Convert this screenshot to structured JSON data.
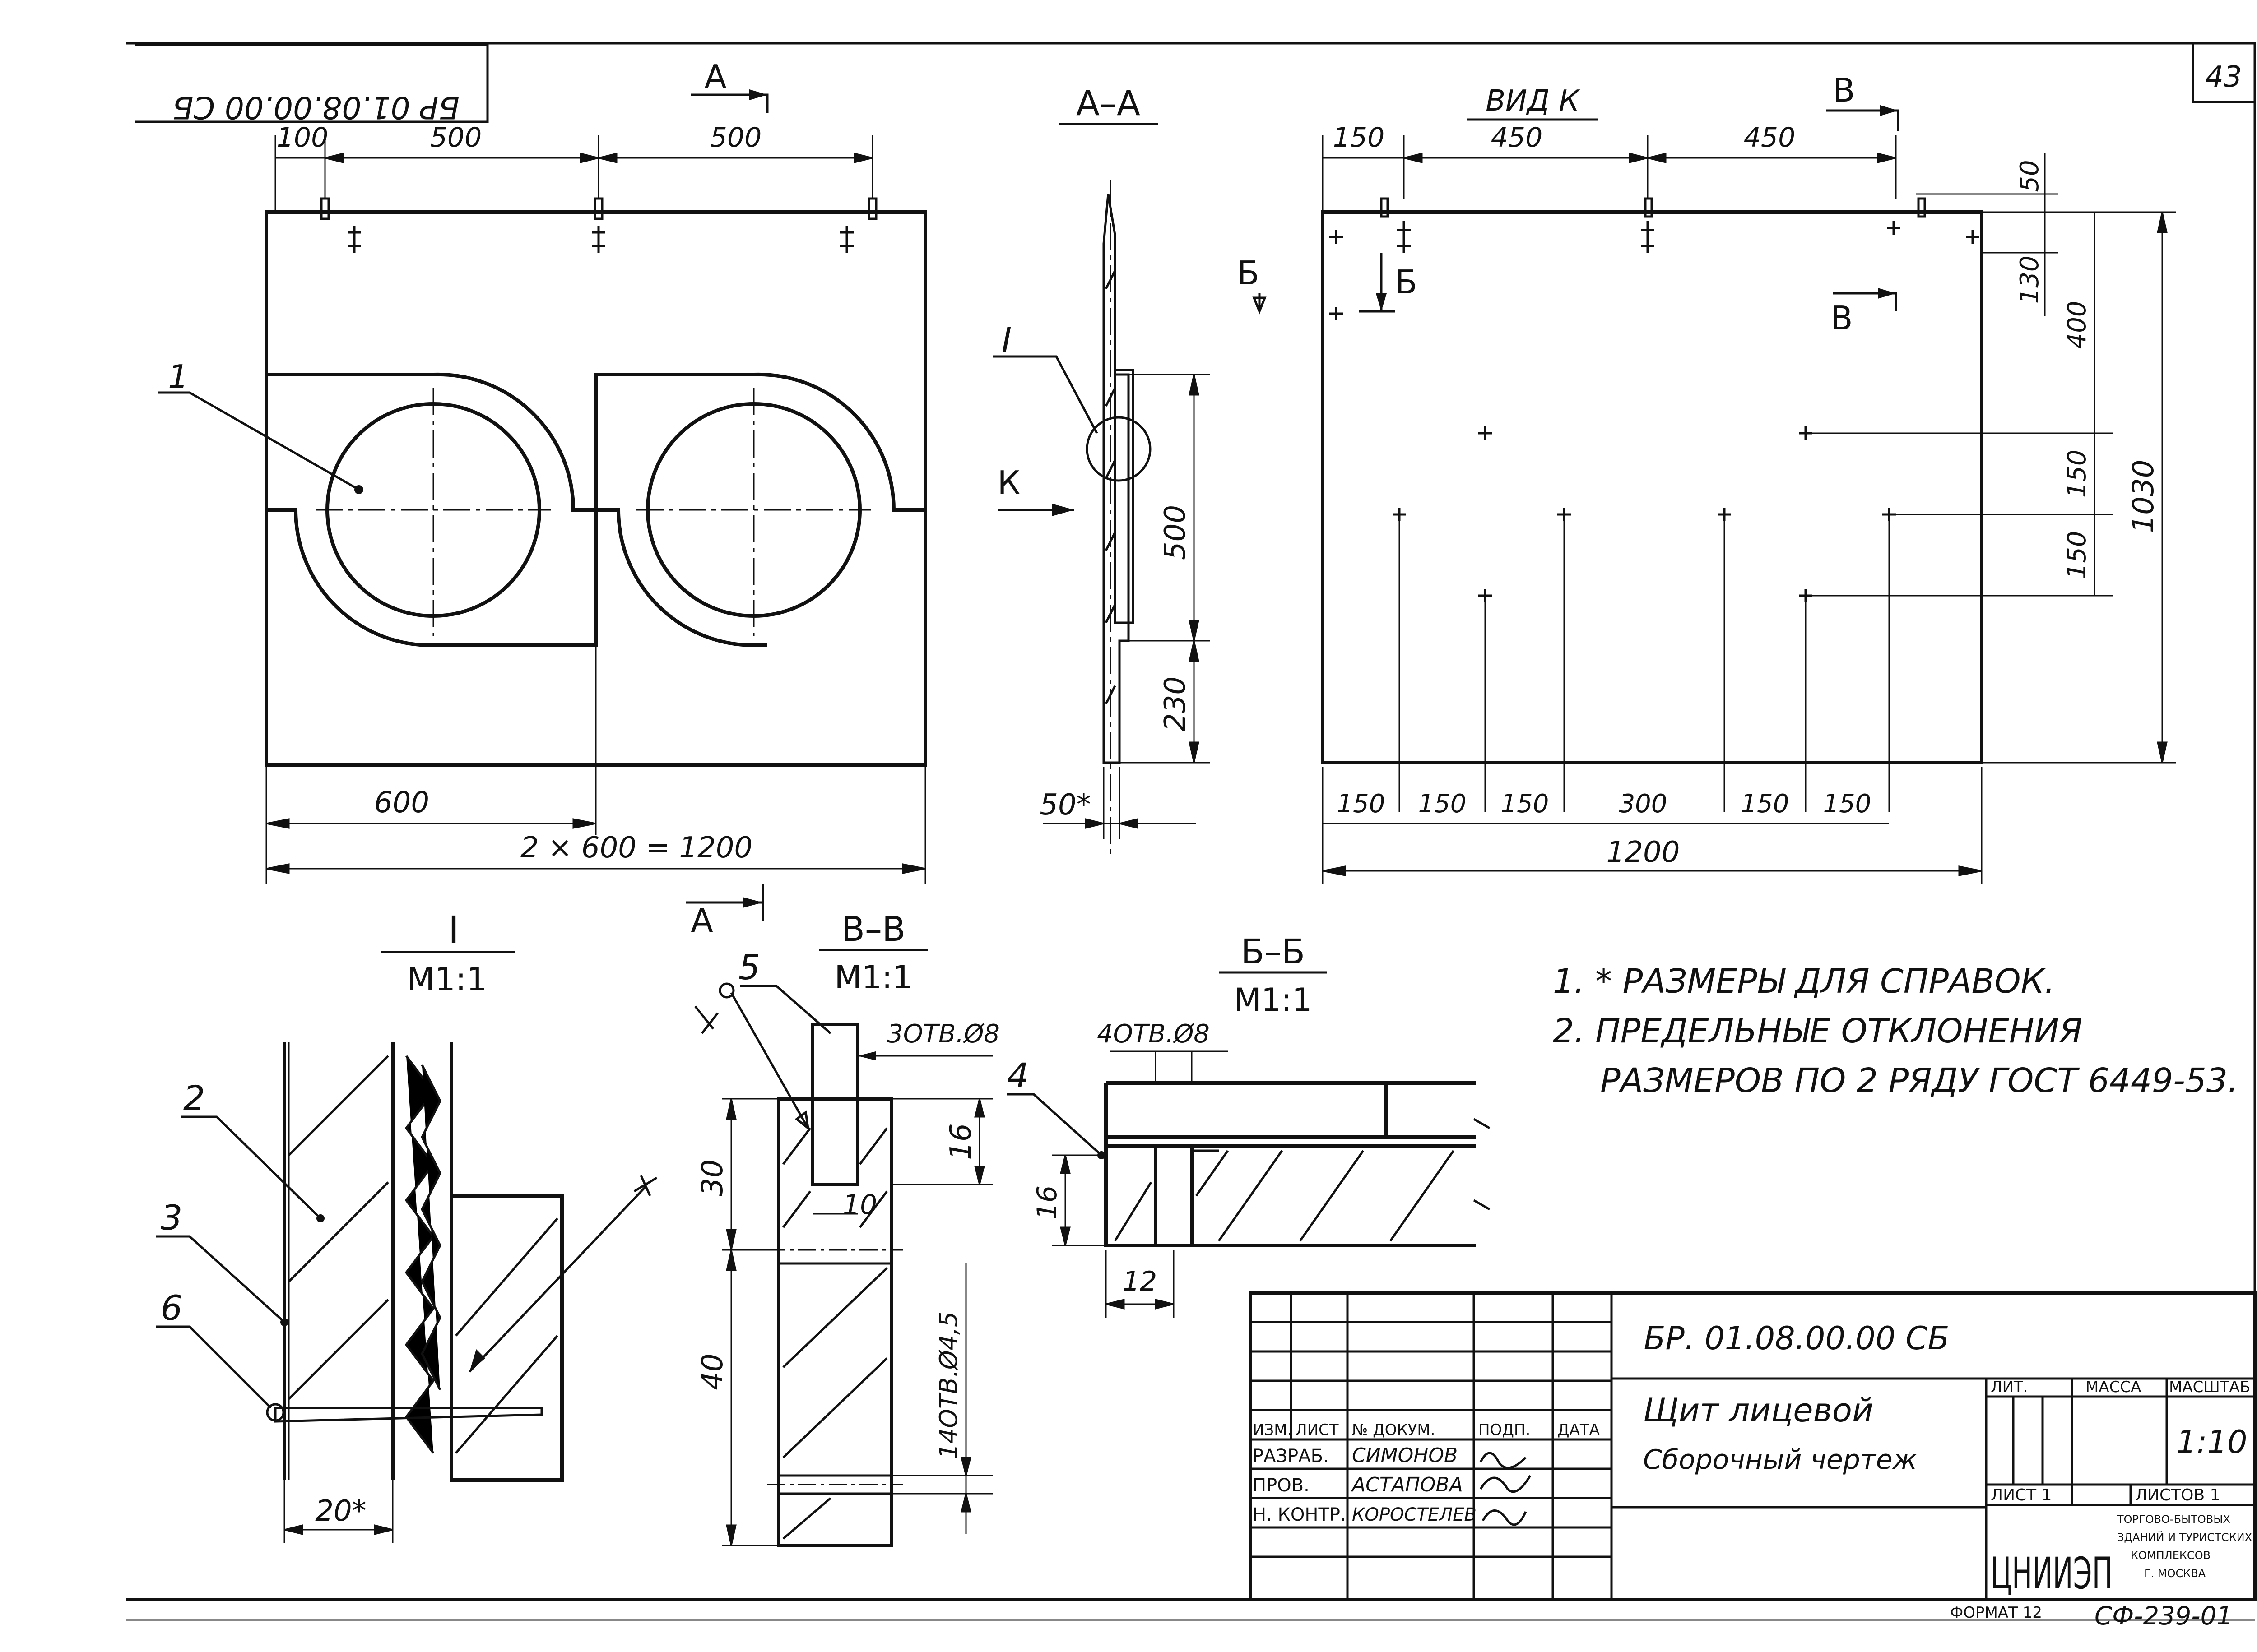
{
  "corner_code": "БР 01.08.00.00 СБ",
  "sheet_number": "43",
  "section_markers": {
    "a_top": "А",
    "a_lower": "А",
    "v_upper": "В",
    "v_lower": "В",
    "b_mark": "Б",
    "b_mark2": "Б",
    "k_arrow": "К"
  },
  "views": {
    "section_aa": "А–А",
    "view_k": "ВИД К",
    "detail_i": "I",
    "detail_i_scale": "М1:1",
    "section_vv": "В–В",
    "section_vv_scale": "М1:1",
    "section_bb": "Б–Б",
    "section_bb_scale": "М1:1",
    "callout_i": "I"
  },
  "front_view": {
    "dims_top": [
      "100",
      "500",
      "500"
    ],
    "dim_bottom_half": "600",
    "dim_bottom_total": "2 × 600 = 1200",
    "callout": "1"
  },
  "section_aa_dims": [
    "500",
    "230",
    "50*"
  ],
  "view_k_dims": {
    "top": [
      "150",
      "450",
      "450"
    ],
    "right": [
      "50",
      "130",
      "400",
      "150",
      "150",
      "1030"
    ],
    "bottom": [
      "150",
      "150",
      "150",
      "300",
      "150",
      "150"
    ],
    "bottom_total": "1200"
  },
  "detail_i_labels": {
    "callouts": [
      "2",
      "3",
      "6"
    ],
    "dim": "20*"
  },
  "section_vv_labels": {
    "callout": "5",
    "holes_top": "3ОТВ.Ø8",
    "holes_side": "14ОТВ.Ø4,5",
    "dims": [
      "30",
      "16",
      "10",
      "40"
    ]
  },
  "section_bb_labels": {
    "callout": "4",
    "holes": "4ОТВ.Ø8",
    "dims": [
      "16",
      "12"
    ]
  },
  "notes": [
    "1. * РАЗМЕРЫ ДЛЯ СПРАВОК.",
    "2. ПРЕДЕЛЬНЫЕ ОТКЛОНЕНИЯ",
    "РАЗМЕРОВ ПО 2 РЯДУ ГОСТ 6449-53."
  ],
  "title_block": {
    "designation": "БР. 01.08.00.00 СБ",
    "name_line1": "Щит лицевой",
    "name_line2": "Сборочный чертеж",
    "headers": [
      "ИЗМ.",
      "ЛИСТ",
      "№ ДОКУМ.",
      "ПОДП.",
      "ДАТА"
    ],
    "roles": [
      "РАЗРАБ.",
      "ПРОВ.",
      "Н. КОНТР."
    ],
    "people": [
      "СИМОНОВ",
      "АСТАПОВА",
      "КОРОСТЕЛЕВ"
    ],
    "lit_label": "ЛИТ.",
    "mass_label": "МАССА",
    "scale_label": "МАСШТАБ",
    "scale_value": "1:10",
    "sheet_label": "ЛИСТ 1",
    "sheets_label": "ЛИСТОВ 1",
    "org_logo": "ЦНИИЭП",
    "org_lines": [
      "ТОРГОВО-БЫТОВЫХ",
      "ЗДАНИЙ И ТУРИСТСКИХ",
      "КОМПЛЕКСОВ",
      "Г. МОСКВА"
    ]
  },
  "format_label": "ФОРМАТ 12",
  "stamp_code": "СФ-239-01"
}
